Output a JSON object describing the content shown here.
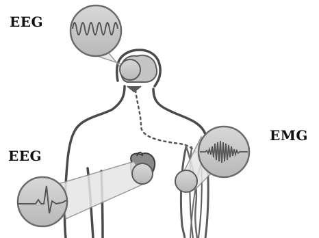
{
  "labels": {
    "eeg_top": "EEG",
    "eeg_left": "EEG",
    "emg": "EMG"
  },
  "colors": {
    "outline": "#4a4a4a",
    "muscle": "#6a6a6a",
    "lens_fill": "#c9c9c9",
    "lens_stroke": "#6b6b6b",
    "signal": "#555555",
    "background": "#ffffff"
  }
}
